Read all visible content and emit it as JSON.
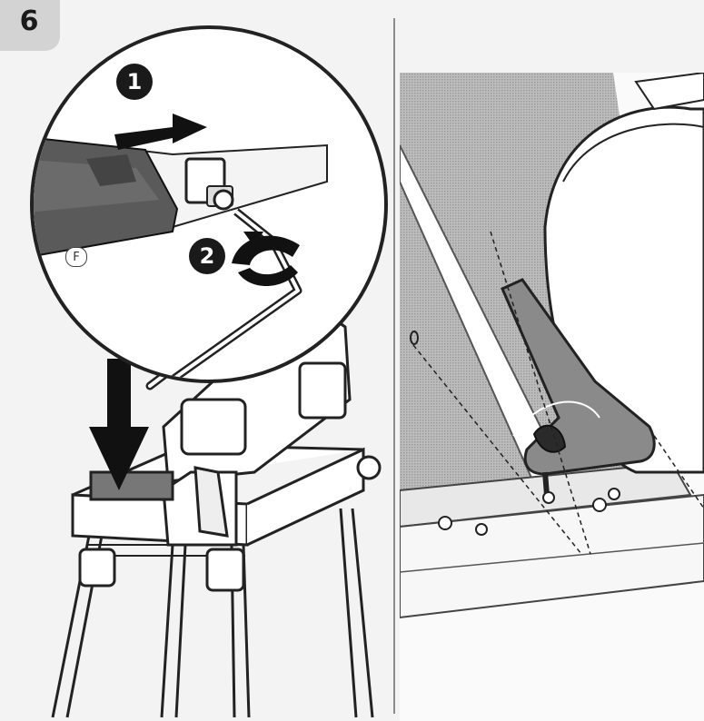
{
  "step": {
    "number": "6"
  },
  "callouts": {
    "first": "1",
    "second": "2"
  },
  "part_label": "F",
  "icons": {
    "push_arrow": "arrow-right-icon",
    "rotate": "rotate-icon",
    "down_arrow": "arrow-down-icon"
  },
  "colors": {
    "badge": "#d3d3d3",
    "ink": "#1a1a1a",
    "divider": "#8c8c8c"
  }
}
